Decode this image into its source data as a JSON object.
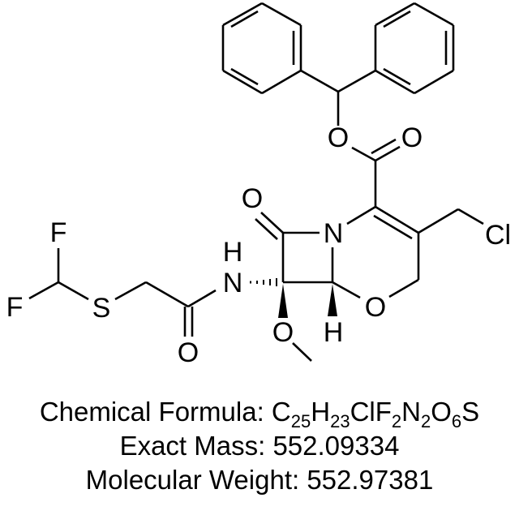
{
  "structure": {
    "name": "chemical-structure",
    "atoms": {
      "o_ester": "O",
      "o_carbonyl_ester": "O",
      "o_lactam": "O",
      "n_ring": "N",
      "cl": "Cl",
      "h_nh": "H",
      "n_amide": "N",
      "f_top": "F",
      "f_left": "F",
      "s": "S",
      "o_amide": "O",
      "o_methoxy": "O",
      "h_bridge": "H",
      "o_ring": "O"
    }
  },
  "caption": {
    "formula_label": "Chemical Formula: ",
    "formula_parts": [
      {
        "el": "C",
        "n": "25"
      },
      {
        "el": "H",
        "n": "23"
      },
      {
        "el": "ClF",
        "n": "2"
      },
      {
        "el": "N",
        "n": "2"
      },
      {
        "el": "O",
        "n": "6"
      },
      {
        "el": "S",
        "n": ""
      }
    ],
    "exact_mass": "Exact Mass: 552.09334",
    "molecular_weight": "Molecular Weight: 552.97381"
  }
}
